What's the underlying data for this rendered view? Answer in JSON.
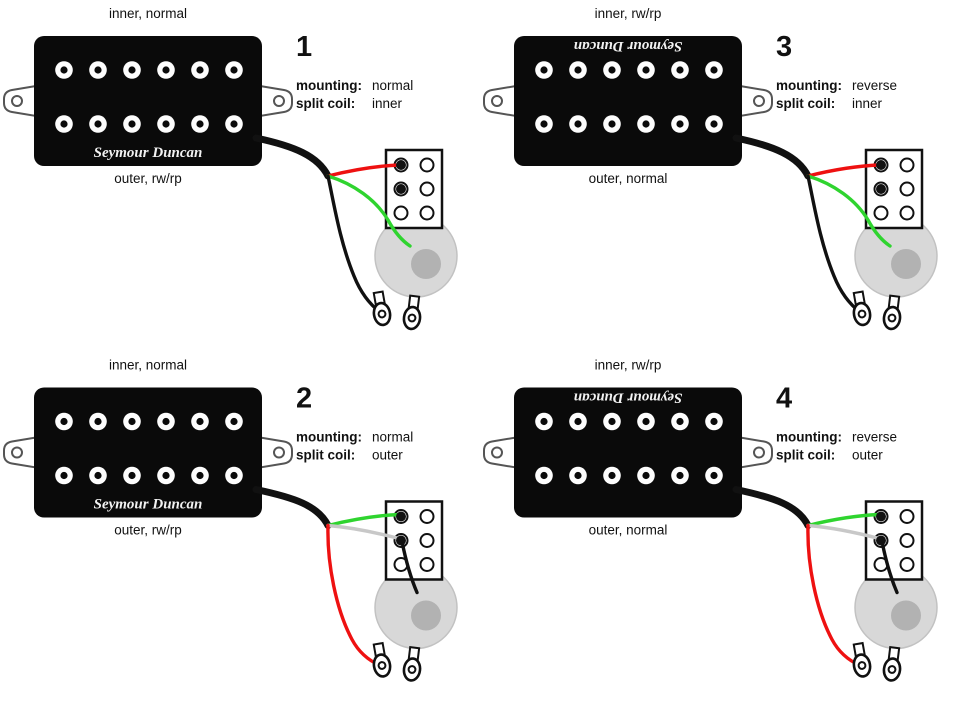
{
  "page": {
    "background": "#ffffff"
  },
  "colors": {
    "cable": "#111111",
    "wire_red": "#ee1111",
    "wire_green": "#2fd42f",
    "wire_black": "#111111",
    "wire_white": "#c8c8c8"
  },
  "diagrams": [
    {
      "number": "1",
      "top_label": "inner, normal",
      "bottom_label": "outer, rw/rp",
      "brand": "Seymour Duncan",
      "mounting_label": "mounting:",
      "mounting_value": "normal",
      "split_label": "split coil:",
      "split_value": "inner",
      "wires": {
        "to_switch": "#ee1111",
        "to_pot": "#2fd42f",
        "to_lug": "#111111"
      }
    },
    {
      "number": "2",
      "top_label": "inner, normal",
      "bottom_label": "outer, rw/rp",
      "brand": "Seymour Duncan",
      "mounting_label": "mounting:",
      "mounting_value": "normal",
      "split_label": "split coil:",
      "split_value": "outer",
      "wires": {
        "to_switch": "#2fd42f",
        "to_pot": "#c8c8c8",
        "to_ground": "#111111",
        "to_lug": "#ee1111"
      }
    },
    {
      "number": "3",
      "top_label": "inner, rw/rp",
      "bottom_label": "outer, normal",
      "brand": "Seymour Duncan",
      "mounting_label": "mounting:",
      "mounting_value": "reverse",
      "split_label": "split coil:",
      "split_value": "inner",
      "wires": {
        "to_switch": "#ee1111",
        "to_pot": "#2fd42f",
        "to_lug": "#111111"
      }
    },
    {
      "number": "4",
      "top_label": "inner, rw/rp",
      "bottom_label": "outer, normal",
      "brand": "Seymour Duncan",
      "mounting_label": "mounting:",
      "mounting_value": "reverse",
      "split_label": "split coil:",
      "split_value": "outer",
      "wires": {
        "to_switch": "#2fd42f",
        "to_pot": "#c8c8c8",
        "to_ground": "#111111",
        "to_lug": "#ee1111"
      }
    }
  ]
}
